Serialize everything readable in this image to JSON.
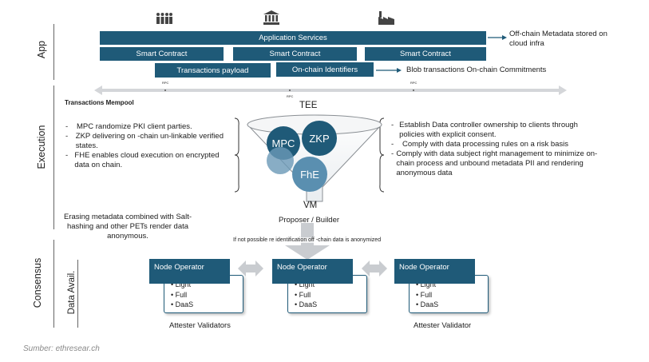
{
  "sections": {
    "app": "App",
    "execution": "Execution",
    "consensus": "Consensus",
    "data_avail": "Data Avail."
  },
  "icons": [
    "people-icon",
    "bank-icon",
    "factory-icon"
  ],
  "app": {
    "application_services": "Application Services",
    "smart_contracts": [
      "Smart Contract",
      "Smart Contract",
      "Smart Contract"
    ],
    "transactions_payload": "Transactions payload",
    "onchain_identifiers": "On-chain Identifiers",
    "offchain_note": "Off-chain Metadata stored on cloud infra",
    "blob_note": "Blob transactions On-chain Commitments"
  },
  "rpc_labels": [
    "RPC",
    "RPC",
    "RPC"
  ],
  "execution": {
    "mempool": "Transactions Mempool",
    "tee": "TEE",
    "left_points": [
      "MPC randomize PKI client parties.",
      "ZKP delivering on -chain un-linkable verified states.",
      "FHE enables cloud execution on encrypted data on chain."
    ],
    "right_points": [
      "Establish Data controller ownership to clients through policies with explicit consent.",
      "Comply with data processing rules on a risk basis",
      "Comply with data subject right management to minimize on-chain process and unbound metadata PII and rendering anonymous data"
    ],
    "circles": {
      "mpc": "MPC",
      "zkp": "ZKP",
      "fhe": "FhE"
    },
    "vm": "VM",
    "proposer": "Proposer / Builder",
    "erasing_note": "Erasing metadata combined with Salt-hashing and other PETs render data anonymous.",
    "reid_note": "If not possible re identification off -chain data is anonymized"
  },
  "consensus": {
    "nodes": [
      {
        "title": "Node Operator",
        "items": [
          "Light",
          "Full",
          "DaaS"
        ],
        "caption": "Attester Validators"
      },
      {
        "title": "Node Operator",
        "items": [
          "Light",
          "Full",
          "DaaS"
        ],
        "caption": ""
      },
      {
        "title": "Node Operator",
        "items": [
          "Light",
          "Full",
          "DaaS"
        ],
        "caption": "Attester Validator"
      }
    ]
  },
  "source": "Sumber: ethresear.ch",
  "colors": {
    "primary": "#1f5a78",
    "circle_dark": "#1f5a78",
    "circle_light": "#5a8fb0",
    "arrow_gray": "#c9ccd0"
  }
}
